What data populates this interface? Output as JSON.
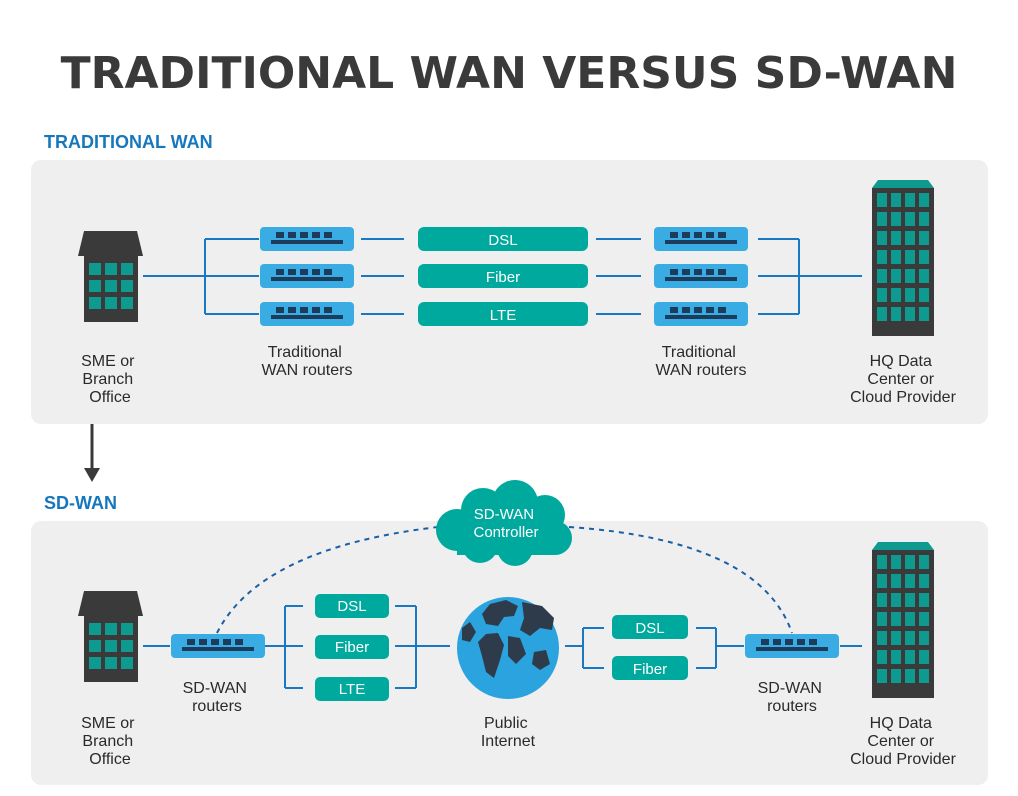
{
  "title": "TRADITIONAL WAN VERSUS SD-WAN",
  "colors": {
    "accent": "#1677bd",
    "link": "#00a99d",
    "router": "#3aace4",
    "panel": "#efefef",
    "building": "#3a3a3a",
    "window": "#0e9a8f"
  },
  "traditional": {
    "heading": "TRADITIONAL WAN",
    "branch_label": [
      "SME or",
      "Branch",
      "Office"
    ],
    "left_routers_label": [
      "Traditional",
      "WAN routers"
    ],
    "right_routers_label": [
      "Traditional",
      "WAN routers"
    ],
    "links": [
      "DSL",
      "Fiber",
      "LTE"
    ],
    "hq_label": [
      "HQ Data",
      "Center or",
      "Cloud Provider"
    ]
  },
  "sdwan": {
    "heading": "SD-WAN",
    "controller_label": [
      "SD-WAN",
      "Controller"
    ],
    "branch_label": [
      "SME or",
      "Branch",
      "Office"
    ],
    "left_router_label": [
      "SD-WAN",
      "routers"
    ],
    "left_links": [
      "DSL",
      "Fiber",
      "LTE"
    ],
    "internet_label": [
      "Public",
      "Internet"
    ],
    "right_links": [
      "DSL",
      "Fiber"
    ],
    "right_router_label": [
      "SD-WAN",
      "routers"
    ],
    "hq_label": [
      "HQ Data",
      "Center or",
      "Cloud Provider"
    ]
  }
}
